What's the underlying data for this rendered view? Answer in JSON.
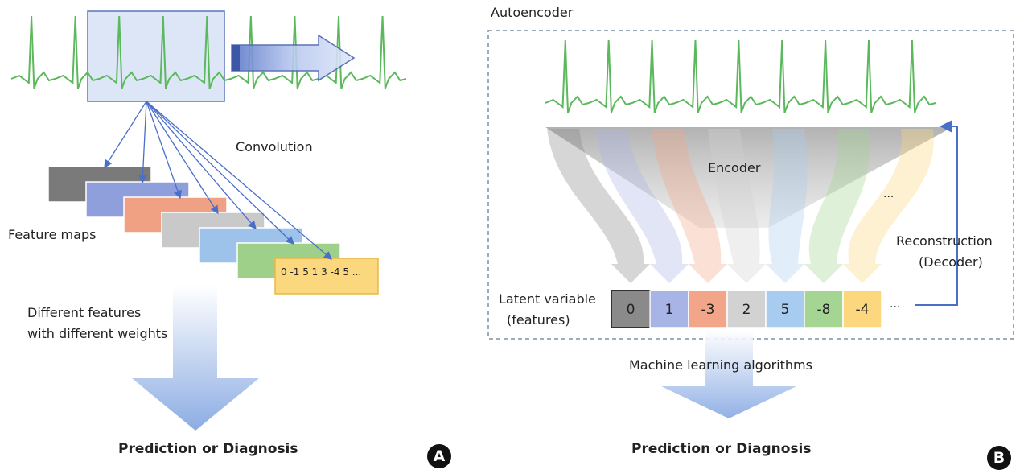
{
  "panel_a": {
    "convolution_label": "Convolution",
    "feature_maps_label": "Feature maps",
    "feature_values": "0 -1 5 1 3 -4 5 ...",
    "weights_line1": "Different features",
    "weights_line2": "with different weights",
    "output_label": "Prediction or Diagnosis",
    "badge": "A",
    "feature_map_colors": [
      "#7a7a7a",
      "#8f9fdc",
      "#f0a183",
      "#c9c9c9",
      "#9ec3ea",
      "#9ed089",
      "#fbd87d"
    ]
  },
  "panel_b": {
    "title": "Autoencoder",
    "encoder_label": "Encoder",
    "ellipsis_label": "...",
    "reconstruction_line1": "Reconstruction",
    "reconstruction_line2": "(Decoder)",
    "latent_line1": "Latent variable",
    "latent_line2": "(features)",
    "latent_cells": [
      {
        "value": "0",
        "color": "#8a8a8a"
      },
      {
        "value": "1",
        "color": "#a9b4e6"
      },
      {
        "value": "-3",
        "color": "#f3a58a"
      },
      {
        "value": "2",
        "color": "#d2d2d2"
      },
      {
        "value": "5",
        "color": "#a8ccef"
      },
      {
        "value": "-8",
        "color": "#a4d593"
      },
      {
        "value": "-4",
        "color": "#fcd77e"
      }
    ],
    "trailing_ellipsis": "...",
    "ml_label": "Machine learning algorithms",
    "output_label": "Prediction or Diagnosis",
    "badge": "B"
  },
  "colors": {
    "ecg": "#5cb85c",
    "arrow_blue": "#4a6fc7",
    "window_fill": "#d9e3f5"
  }
}
